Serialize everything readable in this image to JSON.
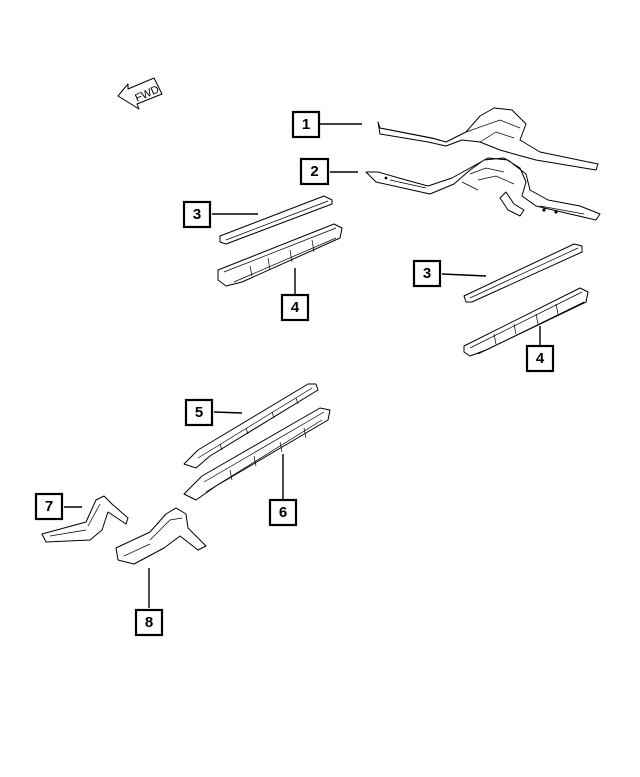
{
  "direction_indicator": {
    "label": "FWD"
  },
  "callouts": [
    {
      "id": "c1",
      "label": "1"
    },
    {
      "id": "c2",
      "label": "2"
    },
    {
      "id": "c3a",
      "label": "3"
    },
    {
      "id": "c4a",
      "label": "4"
    },
    {
      "id": "c3b",
      "label": "3"
    },
    {
      "id": "c4b",
      "label": "4"
    },
    {
      "id": "c5",
      "label": "5"
    },
    {
      "id": "c6",
      "label": "6"
    },
    {
      "id": "c7",
      "label": "7"
    },
    {
      "id": "c8",
      "label": "8"
    }
  ],
  "colors": {
    "line": "#000000",
    "background": "#ffffff"
  }
}
